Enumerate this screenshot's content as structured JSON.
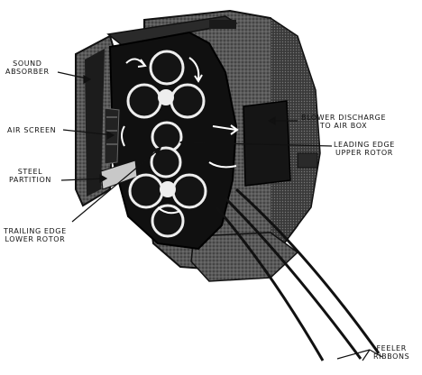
{
  "labels": {
    "sound_absorber": "SOUND\nABSORBER",
    "air_screen": "AIR SCREEN",
    "steel_partition": "STEEL\nPARTITION",
    "trailing_edge": "TRAILING EDGE\nLOWER ROTOR",
    "blower_discharge": "BLOWER DISCHARGE\nTO AIR BOX",
    "leading_edge": "LEADING EDGE\nUPPER ROTOR",
    "feeler_ribbons": "FEELER\nRIBBONS"
  },
  "colors": {
    "ink": "#111111",
    "housing_dark": "#1c1c1c",
    "housing_mid": "#4a4a4a",
    "housing_light": "#8a8a8a",
    "background": "#ffffff"
  }
}
